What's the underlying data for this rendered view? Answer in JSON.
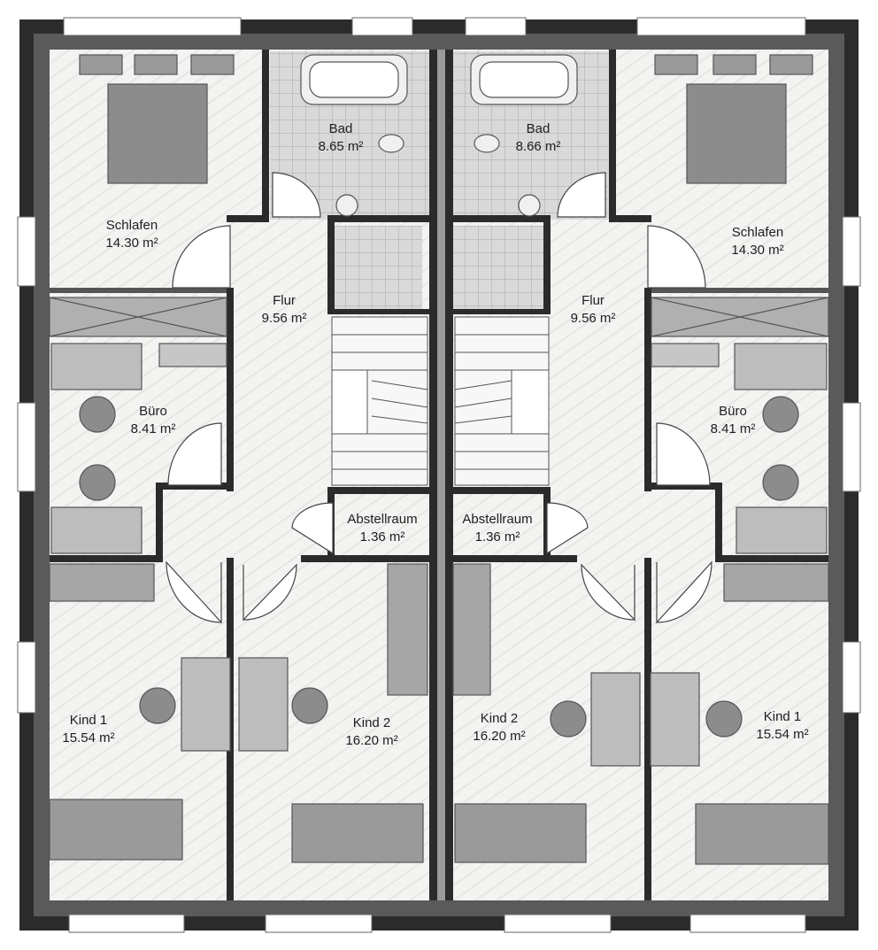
{
  "rooms": [
    {
      "id": "schlafen-left",
      "name": "Schlafen",
      "area": "14.30 m²"
    },
    {
      "id": "bad-left",
      "name": "Bad",
      "area": "8.65 m²"
    },
    {
      "id": "bad-right",
      "name": "Bad",
      "area": "8.66 m²"
    },
    {
      "id": "schlafen-right",
      "name": "Schlafen",
      "area": "14.30 m²"
    },
    {
      "id": "flur-left",
      "name": "Flur",
      "area": "9.56 m²"
    },
    {
      "id": "flur-right",
      "name": "Flur",
      "area": "9.56 m²"
    },
    {
      "id": "buero-left",
      "name": "Büro",
      "area": "8.41 m²"
    },
    {
      "id": "buero-right",
      "name": "Büro",
      "area": "8.41 m²"
    },
    {
      "id": "abstellraum-left",
      "name": "Abstellraum",
      "area": "1.36 m²"
    },
    {
      "id": "abstellraum-right",
      "name": "Abstellraum",
      "area": "1.36 m²"
    },
    {
      "id": "kind1-left",
      "name": "Kind 1",
      "area": "15.54 m²"
    },
    {
      "id": "kind2-left",
      "name": "Kind 2",
      "area": "16.20 m²"
    },
    {
      "id": "kind2-right",
      "name": "Kind 2",
      "area": "16.20 m²"
    },
    {
      "id": "kind1-right",
      "name": "Kind 1",
      "area": "15.54 m²"
    }
  ],
  "colors": {
    "wall": "#2b2b2b",
    "paper": "#f4f4f2",
    "furniture": "#8c8c8c",
    "tile": "#bdbdbd",
    "line": "#555555"
  }
}
